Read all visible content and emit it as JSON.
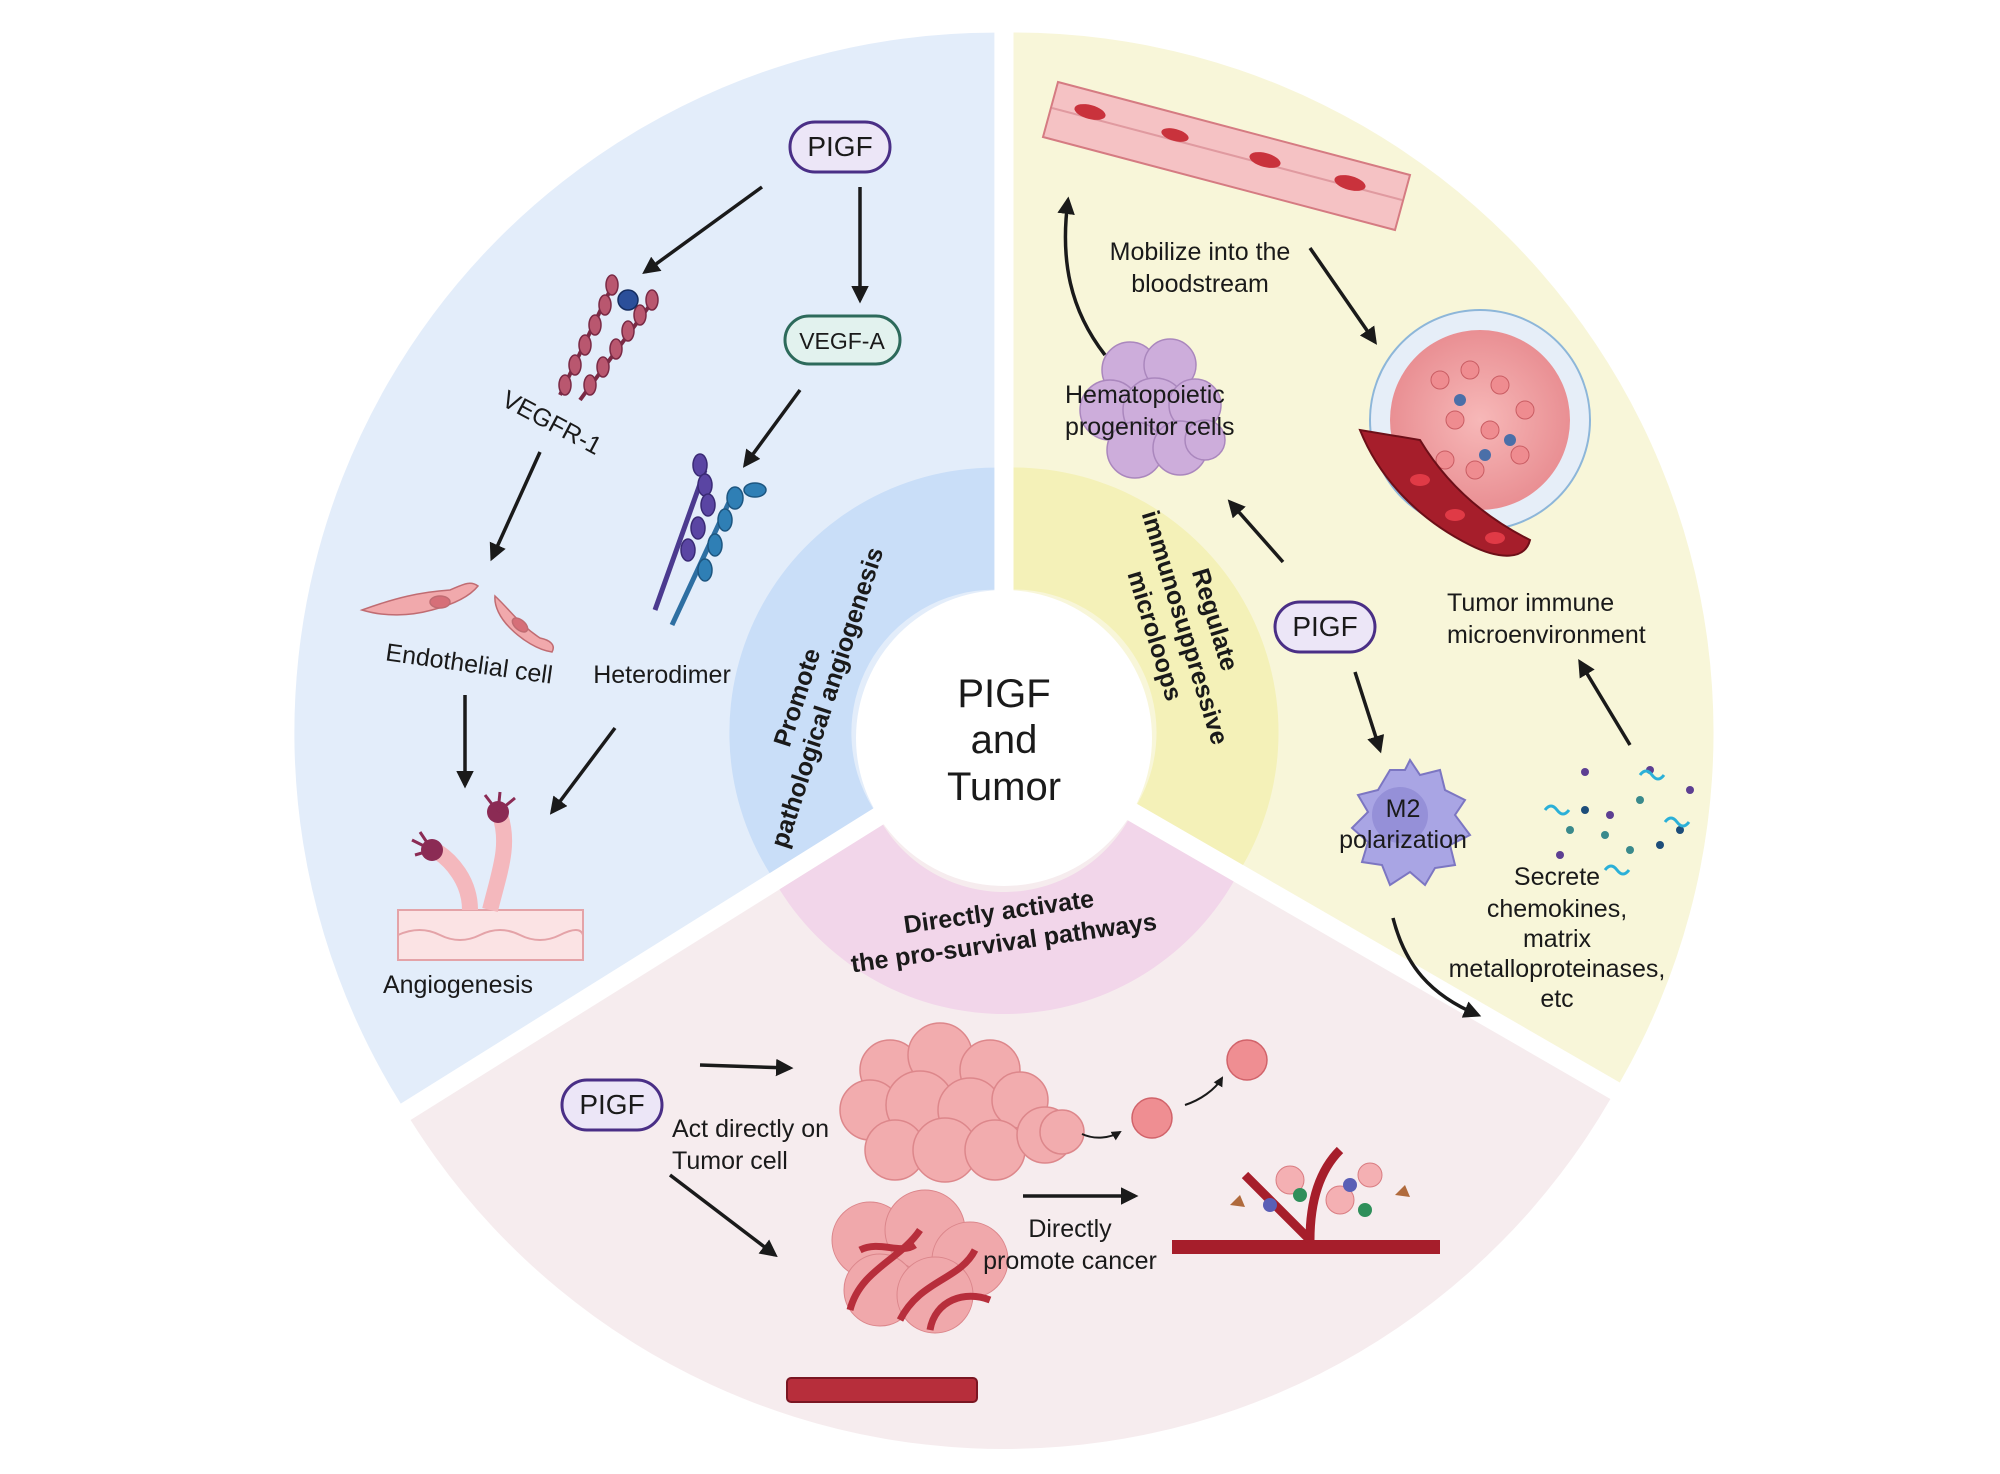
{
  "center": {
    "lines": [
      "PIGF",
      "and",
      "Tumor"
    ]
  },
  "sections": {
    "angiogenesis": {
      "ring_label_lines": [
        "Promote",
        "pathological angiogenesis"
      ],
      "pigf_label": "PIGF",
      "vegfa_label": "VEGF-A",
      "vegfr1_label": "VEGFR-1",
      "endothelial_label": "Endothelial cell",
      "heterodimer_label": "Heterodimer",
      "angiogenesis_label": "Angiogenesis"
    },
    "immune": {
      "ring_label_lines": [
        "Regulate",
        "immunosuppressive",
        "microloops"
      ],
      "pigf_label": "PIGF",
      "mobilize_lines": [
        "Mobilize into the",
        "bloodstream"
      ],
      "hpc_lines": [
        "Hematopoietic",
        "progenitor cells"
      ],
      "tme_lines": [
        "Tumor immune",
        "microenvironment"
      ],
      "m2_lines": [
        "M2",
        "polarization"
      ],
      "secrete_lines": [
        "Secrete",
        "chemokines,",
        "matrix",
        "metalloproteinases,",
        "etc"
      ]
    },
    "survival": {
      "ring_label_lines": [
        "Directly activate",
        "the pro-survival pathways"
      ],
      "pigf_label": "PIGF",
      "act_lines": [
        "Act directly on",
        "Tumor cell"
      ],
      "promote_lines": [
        "Directly",
        "promote cancer"
      ]
    }
  },
  "colors": {
    "blue_sector": "#e3edfa",
    "blue_ring": "#c9def8",
    "yellow_sector": "#f8f6d9",
    "yellow_ring": "#f4f1b8",
    "pink_sector": "#f6ecee",
    "pink_ring": "#f2d6ea",
    "pill_fill": "#ece6f7",
    "pill_stroke": "#4a2f86",
    "vegfa_fill": "#e2f2ee",
    "vegfa_stroke": "#2d6a5b"
  }
}
